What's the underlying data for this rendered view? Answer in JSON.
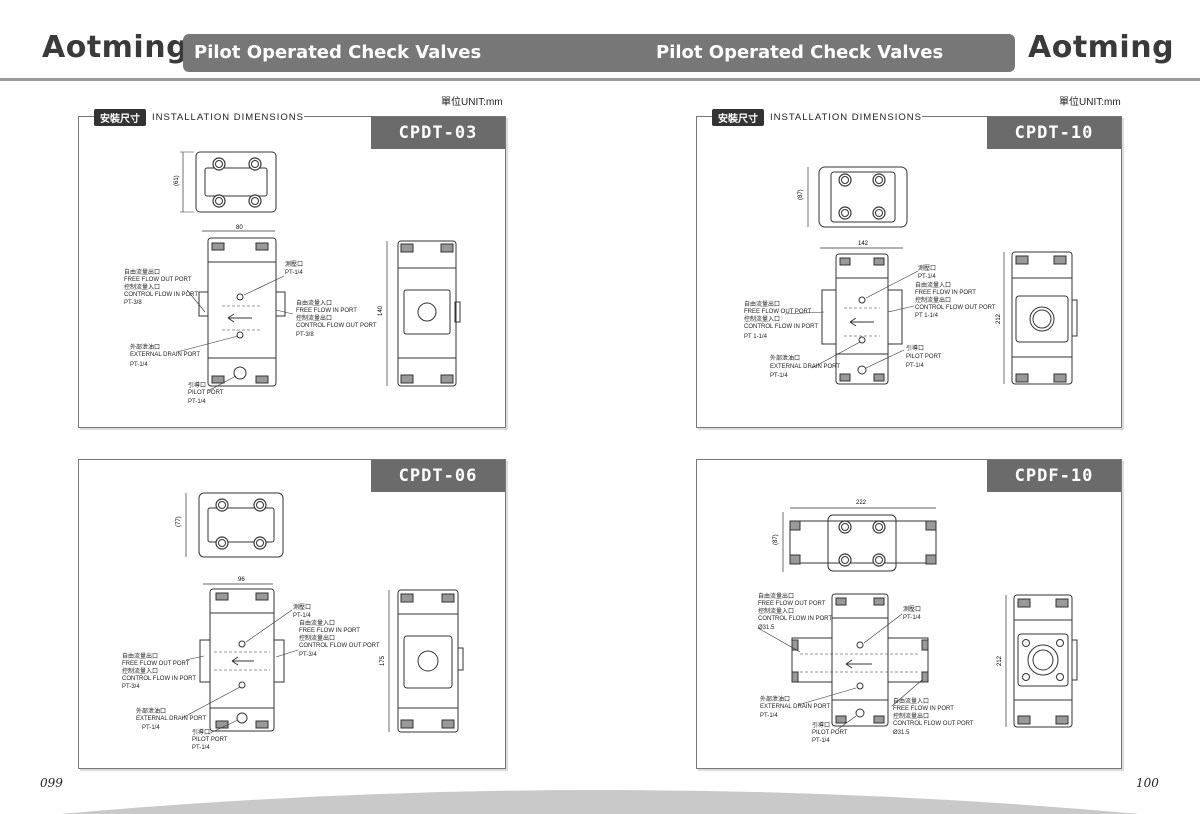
{
  "header": {
    "logo_left": "Aotming",
    "logo_right": "Aotming",
    "title_left": "Pilot Operated Check Valves",
    "title_right": "Pilot Operated Check Valves"
  },
  "unit_left": "單位UNIT:mm",
  "unit_right": "單位UNIT:mm",
  "section": {
    "cn": "安裝尺寸",
    "en": "INSTALLATION DIMENSIONS"
  },
  "panels": {
    "p1": {
      "model": "CPDT-03",
      "dims": {
        "height_top": "(61)",
        "width": "80",
        "height_side": "140"
      },
      "labels": {
        "pressure_cn": "測壓口",
        "pressure_port": "PT-1/4",
        "out_cn": "自由流量出口",
        "out_en1": "FREE FLOW OUT PORT",
        "ctrl_in_cn": "控制流量入口",
        "ctrl_in_en": "CONTROL FLOW IN PORT",
        "out_port": "PT-3/8",
        "in_cn": "自由流量入口",
        "in_en": "FREE FLOW IN PORT",
        "ctrl_out_cn": "控制流量出口",
        "ctrl_out_en": "CONTROL FLOW OUT PORT",
        "in_port": "PT-3/8",
        "drain_cn": "外部泄油口",
        "drain_en": "EXTERNAL DRAIN PORT",
        "drain_port": "PT-1/4",
        "pilot_cn": "引導口",
        "pilot_en": "PILOT PORT",
        "pilot_port": "PT-1/4"
      }
    },
    "p2": {
      "model": "CPDT-10",
      "dims": {
        "height_top": "(87)",
        "width": "142",
        "height_side": "212"
      },
      "labels": {
        "pressure_cn": "測壓口",
        "pressure_port": "PT-1/4",
        "in_cn": "自由流量入口",
        "in_en": "FREE FLOW IN PORT",
        "ctrl_out_cn": "控制流量出口",
        "ctrl_out_en": "CONTROL FLOW OUT PORT",
        "in_port": "PT 1-1/4",
        "out_cn": "自由流量出口",
        "out_en1": "FREE FLOW OUT PORT",
        "ctrl_in_cn": "控制流量入口",
        "ctrl_in_en": "CONTROL FLOW IN PORT",
        "out_port": "PT 1-1/4",
        "pilot_cn": "引導口",
        "pilot_en": "PILOT PORT",
        "pilot_port": "PT-1/4",
        "drain_cn": "外部泄油口",
        "drain_en": "EXTERNAL DRAIN PORT",
        "drain_port": "PT-1/4"
      }
    },
    "p3": {
      "model": "CPDT-06",
      "dims": {
        "height_top": "(77)",
        "width": "96",
        "height_side": "175"
      },
      "labels": {
        "pressure_cn": "測壓口",
        "pressure_port": "PT-1/4",
        "in_cn": "自由流量入口",
        "in_en": "FREE FLOW IN PORT",
        "ctrl_out_cn": "控制流量出口",
        "ctrl_out_en": "CONTROL FLOW OUT PORT",
        "in_port": "PT-3/4",
        "out_cn": "自由流量出口",
        "out_en1": "FREE FLOW OUT PORT",
        "ctrl_in_cn": "控制流量入口",
        "ctrl_in_en": "CONTROL FLOW IN PORT",
        "out_port": "PT-3/4",
        "drain_cn": "外部泄油口",
        "drain_en": "EXTERNAL DRAIN PORT",
        "drain_port": "PT-1/4",
        "pilot_cn": "引導口",
        "pilot_en": "PILOT PORT",
        "pilot_port": "PT-1/4"
      }
    },
    "p4": {
      "model": "CPDF-10",
      "dims": {
        "height_top": "(87)",
        "width": "222",
        "height_side": "212"
      },
      "labels": {
        "out_cn": "自由流量出口",
        "out_en1": "FREE FLOW OUT PORT",
        "ctrl_in_cn": "控制流量入口",
        "ctrl_in_en": "CONTROL FLOW IN PORT",
        "out_port": "Ø31.5",
        "pressure_cn": "測壓口",
        "pressure_port": "PT-1/4",
        "drain_cn": "外部泄油口",
        "drain_en": "EXTERNAL DRAIN PORT",
        "drain_port": "PT-1/4",
        "in_cn": "自由流量入口",
        "in_en": "FREE FLOW IN PORT",
        "ctrl_out_cn": "控制流量出口",
        "ctrl_out_en": "CONTROL FLOW OUT PORT",
        "in_port": "Ø31.5",
        "pilot_cn": "引導口",
        "pilot_en": "PILOT PORT",
        "pilot_port": "PT-1/4"
      }
    }
  },
  "page_left": "099",
  "page_right": "100"
}
